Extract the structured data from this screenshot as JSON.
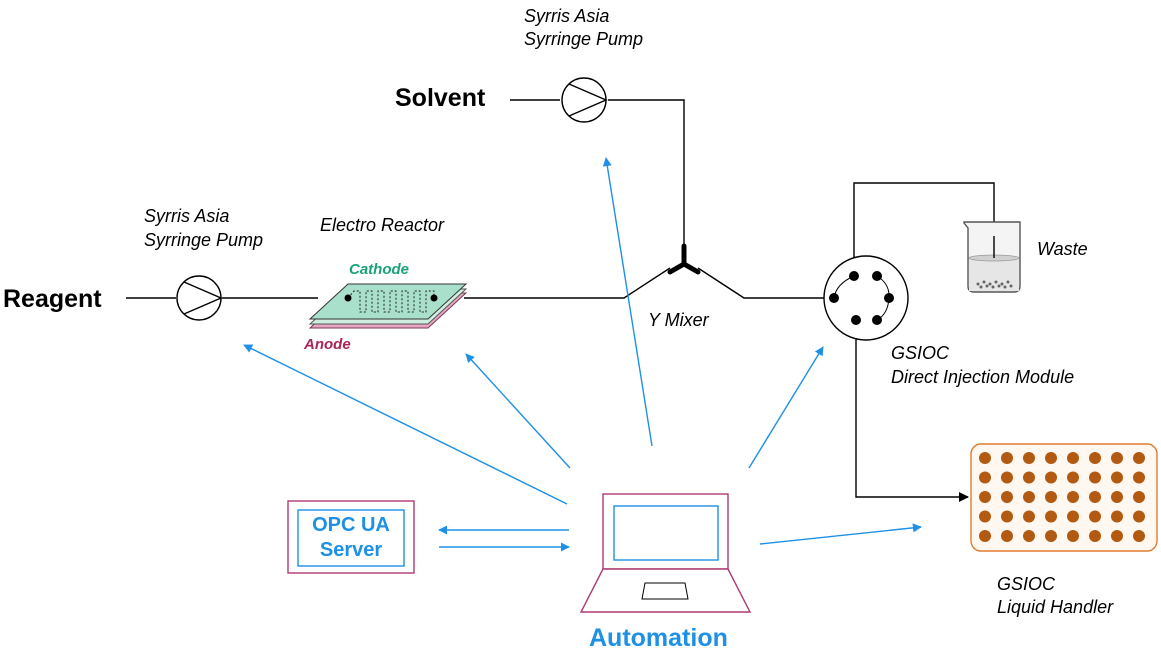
{
  "labels": {
    "solvent": "Solvent",
    "reagent": "Reagent",
    "pump_top_line1": "Syrris Asia",
    "pump_top_line2": "Syrringe Pump",
    "pump_left_line1": "Syrris Asia",
    "pump_left_line2": "Syrringe Pump",
    "electro_reactor": "Electro Reactor",
    "cathode": "Cathode",
    "anode": "Anode",
    "y_mixer": "Y Mixer",
    "waste": "Waste",
    "gsioc_dim_line1": "GSIOC",
    "gsioc_dim_line2": "Direct Injection Module",
    "gsioc_lh_line1": "GSIOC",
    "gsioc_lh_line2": "Liquid Handler",
    "opc_line1": "OPC UA",
    "opc_line2": "Server",
    "automation": "Automation"
  },
  "colors": {
    "line": "#000000",
    "arrow_blue": "#1e90e6",
    "text_blue": "#1e90e6",
    "cathode_text": "#1aa37a",
    "anode_text": "#a8245c",
    "reactor_green": "#a8e0cc",
    "reactor_pink": "#e8a6c3",
    "laptop_outline": "#b03a74",
    "opc_outer": "#b03a74",
    "handler_border": "#e07a2e",
    "well_brown": "#b25a12"
  },
  "icons": {
    "pump_top": "syringe-pump-icon",
    "pump_left": "syringe-pump-icon",
    "reactor": "electro-reactor-icon",
    "mixer": "y-mixer-icon",
    "valve": "injection-valve-icon",
    "waste": "beaker-icon",
    "handler": "well-plate-icon",
    "laptop": "laptop-icon",
    "server": "server-box-icon"
  },
  "well_plate": {
    "rows": 5,
    "cols": 8
  }
}
